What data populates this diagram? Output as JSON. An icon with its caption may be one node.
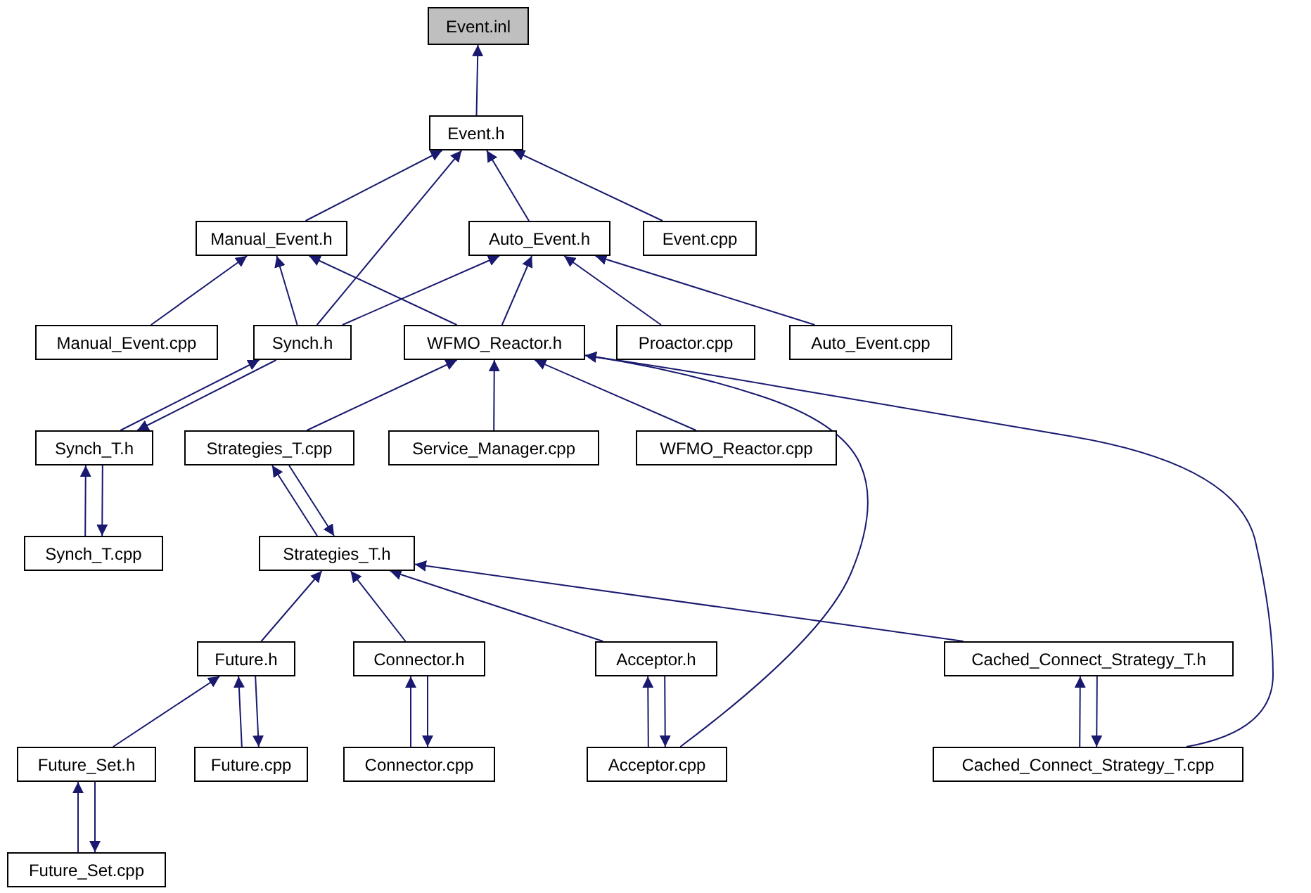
{
  "diagram": {
    "nodes": [
      {
        "text": [
          "Event.inl"
        ]
      },
      {
        "text": [
          "Event.h"
        ]
      },
      {
        "text": [
          "Manual_Event.h"
        ]
      },
      {
        "text": [
          "Auto_Event.h"
        ]
      },
      {
        "text": [
          "Event.cpp"
        ]
      },
      {
        "text": [
          "Manual_Event.cpp"
        ]
      },
      {
        "text": [
          "Synch.h"
        ]
      },
      {
        "text": [
          "WFMO_Reactor.h"
        ]
      },
      {
        "text": [
          "Proactor.cpp"
        ]
      },
      {
        "text": [
          "Auto_Event.cpp"
        ]
      },
      {
        "text": [
          "Synch_T.h"
        ]
      },
      {
        "text": [
          "Strategies_T.cpp"
        ]
      },
      {
        "text": [
          "Service_Manager.cpp"
        ]
      },
      {
        "text": [
          "WFMO_Reactor.cpp"
        ]
      },
      {
        "text": [
          "Synch_T.cpp"
        ]
      },
      {
        "text": [
          "Strategies_T.h"
        ]
      },
      {
        "text": [
          "Future.h"
        ]
      },
      {
        "text": [
          "Connector.h"
        ]
      },
      {
        "text": [
          "Acceptor.h"
        ]
      },
      {
        "text": [
          "Cached_Connect_Strategy_T.h"
        ]
      },
      {
        "text": [
          "Future_Set.h"
        ]
      },
      {
        "text": [
          "Future.cpp"
        ]
      },
      {
        "text": [
          "Connector.cpp"
        ]
      },
      {
        "text": [
          "Acceptor.cpp"
        ]
      },
      {
        "text": [
          "Cached_Connect_Strategy_T.cpp"
        ]
      },
      {
        "text": [
          "Future_Set.cpp"
        ]
      }
    ],
    "edges": [
      {
        "from": 1,
        "to": 0,
        "arrow": "to"
      },
      {
        "from": 2,
        "to": 1,
        "arrow": "to"
      },
      {
        "from": 6,
        "to": 1,
        "arrow": "to"
      },
      {
        "from": 3,
        "to": 1,
        "arrow": "to"
      },
      {
        "from": 4,
        "to": 1,
        "arrow": "to"
      },
      {
        "from": 5,
        "to": 2,
        "arrow": "to"
      },
      {
        "from": 6,
        "to": 2,
        "arrow": "to"
      },
      {
        "from": 7,
        "to": 2,
        "arrow": "to"
      },
      {
        "from": 6,
        "to": 3,
        "arrow": "to"
      },
      {
        "from": 7,
        "to": 3,
        "arrow": "to"
      },
      {
        "from": 8,
        "to": 3,
        "arrow": "to"
      },
      {
        "from": 9,
        "to": 3,
        "arrow": "to"
      },
      {
        "from": 10,
        "to": 6,
        "arrow": "to"
      },
      {
        "from": 6,
        "to": 10,
        "arrow": "to"
      },
      {
        "from": 11,
        "to": 7,
        "arrow": "to"
      },
      {
        "from": 12,
        "to": 7,
        "arrow": "to"
      },
      {
        "from": 13,
        "to": 7,
        "arrow": "to"
      },
      {
        "from": 23,
        "to": 7,
        "arrow": "to"
      },
      {
        "from": 24,
        "to": 7,
        "arrow": "to"
      },
      {
        "from": 14,
        "to": 10,
        "arrow": "to"
      },
      {
        "from": 10,
        "to": 14,
        "arrow": "to"
      },
      {
        "from": 15,
        "to": 11,
        "arrow": "to"
      },
      {
        "from": 11,
        "to": 15,
        "arrow": "to"
      },
      {
        "from": 16,
        "to": 15,
        "arrow": "to"
      },
      {
        "from": 17,
        "to": 15,
        "arrow": "to"
      },
      {
        "from": 18,
        "to": 15,
        "arrow": "to"
      },
      {
        "from": 19,
        "to": 15,
        "arrow": "to"
      },
      {
        "from": 20,
        "to": 16,
        "arrow": "to"
      },
      {
        "from": 21,
        "to": 16,
        "arrow": "to"
      },
      {
        "from": 16,
        "to": 21,
        "arrow": "to"
      },
      {
        "from": 22,
        "to": 17,
        "arrow": "to"
      },
      {
        "from": 17,
        "to": 22,
        "arrow": "to"
      },
      {
        "from": 23,
        "to": 18,
        "arrow": "to"
      },
      {
        "from": 18,
        "to": 23,
        "arrow": "to"
      },
      {
        "from": 24,
        "to": 19,
        "arrow": "to"
      },
      {
        "from": 19,
        "to": 24,
        "arrow": "to"
      },
      {
        "from": 25,
        "to": 20,
        "arrow": "to"
      },
      {
        "from": 20,
        "to": 25,
        "arrow": "to"
      }
    ]
  }
}
